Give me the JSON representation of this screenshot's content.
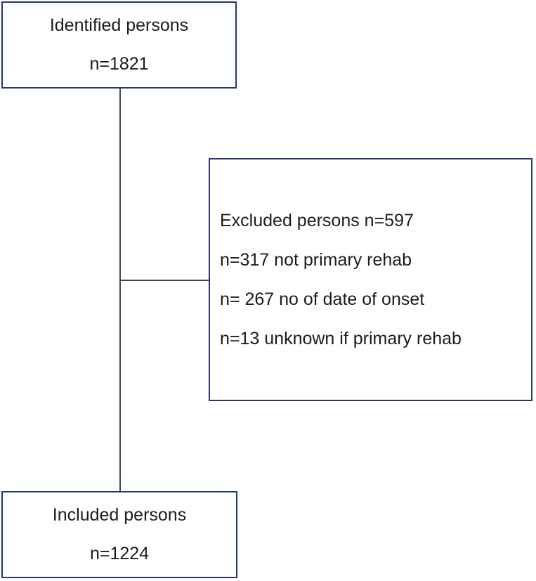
{
  "diagram": {
    "type": "flowchart",
    "top_box": {
      "title": "Identified persons",
      "count": "n=1821"
    },
    "excluded_box": {
      "lines": [
        "Excluded persons n=597",
        "n=317 not primary rehab",
        "n= 267 no of date of onset",
        "n=13 unknown if primary rehab"
      ]
    },
    "bottom_box": {
      "title": "Included persons",
      "count": "n=1224"
    },
    "colors": {
      "box_border": "#283578",
      "connector": "#474747",
      "text": "#1c1c1c",
      "background": "#ffffff"
    }
  }
}
